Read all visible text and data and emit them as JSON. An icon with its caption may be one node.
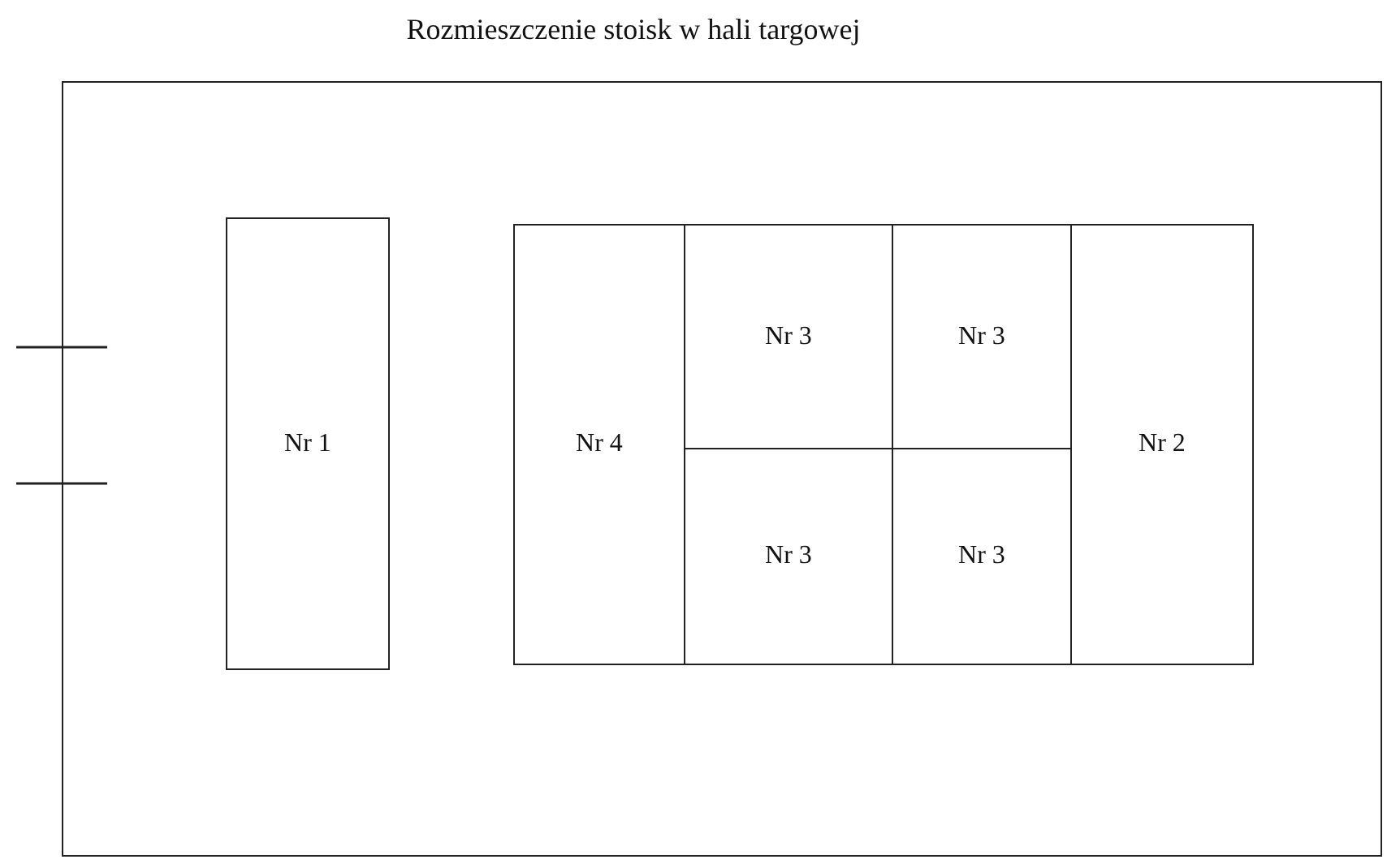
{
  "diagram": {
    "title": "Rozmieszczenie stoisk w hali targowej",
    "nodes": [
      {
        "text": [],
        "shape": "box"
      },
      {
        "text": [
          "Nr 1"
        ],
        "in": 0
      },
      {
        "text": [
          "Nr 4"
        ],
        "in": 0
      },
      {
        "text": [
          "Nr 3"
        ],
        "in": 0
      },
      {
        "text": [
          "Nr 3"
        ],
        "in": 0
      },
      {
        "text": [
          "Nr 2"
        ],
        "in": 0
      },
      {
        "text": [
          "Nr 3"
        ],
        "in": 0
      },
      {
        "text": [
          "Nr 3"
        ],
        "in": 0
      }
    ]
  }
}
